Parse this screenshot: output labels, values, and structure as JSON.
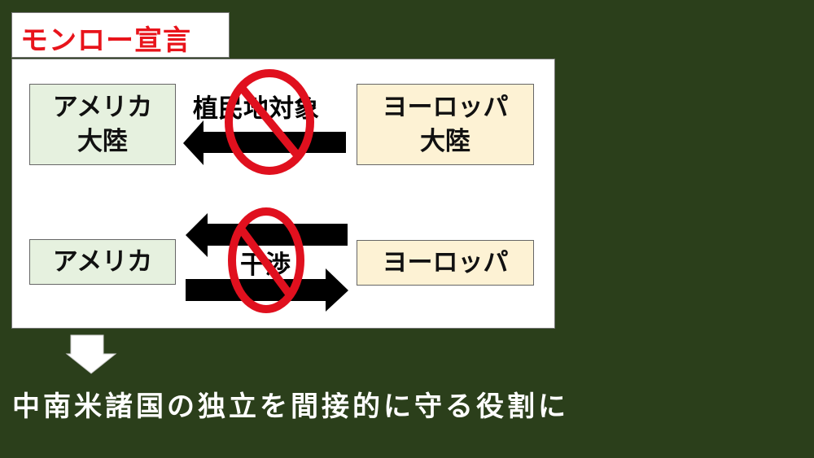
{
  "title": "モンロー宣言",
  "row1": {
    "left_box": {
      "line1": "アメリカ",
      "line2": "大陸"
    },
    "right_box": {
      "line1": "ヨーロッパ",
      "line2": "大陸"
    },
    "arrow_label": "植民地対象"
  },
  "row2": {
    "left_box": {
      "label": "アメリカ"
    },
    "right_box": {
      "label": "ヨーロッパ"
    },
    "arrow_label": "干渉"
  },
  "conclusion": "中南米諸国の独立を間接的に守る役割に",
  "colors": {
    "background": "#2b3f1b",
    "title": "#e8141b",
    "prohibit": "#e0101e",
    "america_box": "#e6f1df",
    "europe_box": "#fdf2d4"
  }
}
